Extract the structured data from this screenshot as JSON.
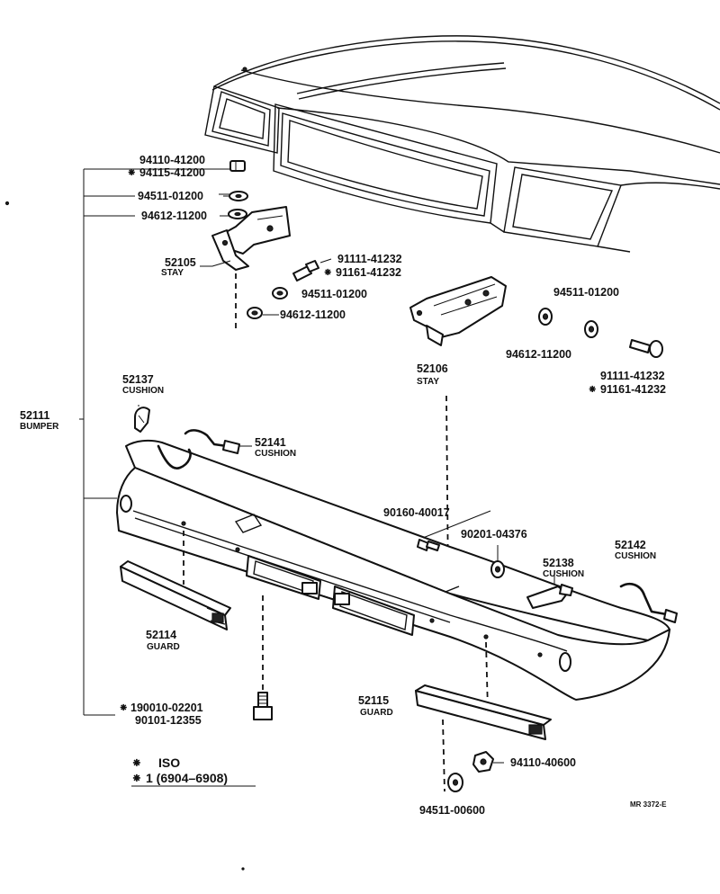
{
  "labels": {
    "p94110_41200": "94110-41200",
    "p94115_41200": "94115-41200",
    "p94511_01200_a": "94511-01200",
    "p94612_11200_a": "94612-11200",
    "p52105": "52105",
    "p52105_sub": "STAY",
    "p91111_41232_a": "91111-41232",
    "p91161_41232_a": "91161-41232",
    "p94511_01200_b": "94511-01200",
    "p94612_11200_b": "94612-11200",
    "p52106": "52106",
    "p52106_sub": "STAY",
    "p94511_01200_c": "94511-01200",
    "p94612_11200_c": "94612-11200",
    "p91111_41232_b": "91111-41232",
    "p91161_41232_b": "91161-41232",
    "p52137": "52137",
    "p52137_sub": "CUSHION",
    "p52141": "52141",
    "p52141_sub": "CUSHION",
    "p52111": "52111",
    "p52111_sub": "BUMPER",
    "p90160_40017": "90160-40017",
    "p90201_04376": "90201-04376",
    "p52138": "52138",
    "p52138_sub": "CUSHION",
    "p52142": "52142",
    "p52142_sub": "CUSHION",
    "p52114": "52114",
    "p52114_sub": "GUARD",
    "p190010_02201": "190010-02201",
    "p90101_12355": "90101-12355",
    "p52115": "52115",
    "p52115_sub": "GUARD",
    "p94110_40600": "94110-40600",
    "p94511_00600": "94511-00600"
  },
  "legend": {
    "iso": "ISO",
    "range": "1 (6904–6908)"
  },
  "catalog_code": "MR 3372-E"
}
